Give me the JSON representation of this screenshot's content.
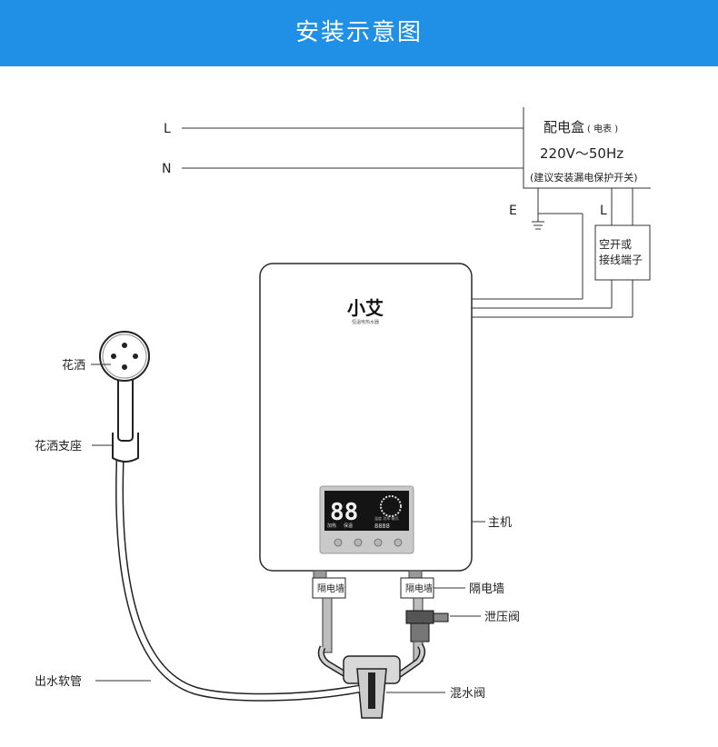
{
  "header": {
    "title": "安装示意图"
  },
  "power": {
    "live_label": "L",
    "neutral_label": "N",
    "earth_label": "E",
    "box_live_label": "L"
  },
  "distribution_box": {
    "title": "配电盒",
    "title_note": "( 电表 )",
    "voltage": "220V～50Hz",
    "advice": "(建议安装漏电保护开关)"
  },
  "breaker": {
    "line1": "空开或",
    "line2": "接线端子"
  },
  "heater": {
    "brand": "小艾",
    "brand_sub": "恒温电热水器",
    "display_digits": "88",
    "display_mode1": "加热",
    "display_mode2": "保温",
    "display_small": "8888",
    "panel_status": "温度 功率 模式"
  },
  "labels": {
    "shower_head": "花洒",
    "shower_holder": "花洒支座",
    "outlet_hose": "出水软管",
    "main_unit": "主机",
    "wall": "隔电墙",
    "pressure_valve": "泄压阀",
    "mixing_valve": "混水阀",
    "wall_tag_left": "隔电墙",
    "wall_tag_right": "隔电墙"
  }
}
